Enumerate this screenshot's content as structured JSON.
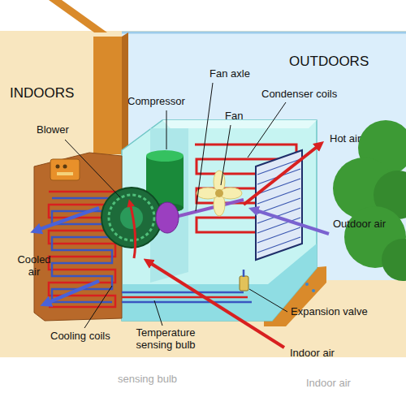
{
  "diagram": {
    "labels": [
      "OUTDOORS",
      "INDOORS",
      "Fan axle",
      "Compressor",
      "Condenser coils",
      "Fan",
      "Blower",
      "Hot air",
      "Outdoor air",
      "Cooled air",
      "Expansion valve",
      "Cooling coils",
      "Temperature sensing bulb",
      "Indoor air",
      "sensing bulb",
      "Indoor air"
    ]
  }
}
